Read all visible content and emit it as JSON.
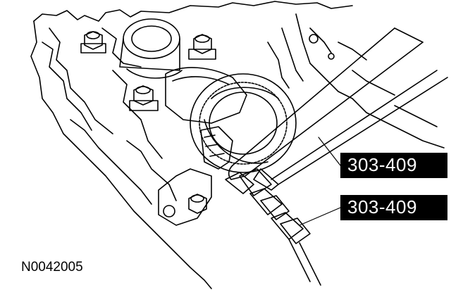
{
  "callouts": [
    {
      "label": "303-409"
    },
    {
      "label": "303-409"
    }
  ],
  "figure_id": "N0042005",
  "colors": {
    "line": "#000000",
    "background": "#ffffff",
    "callout_bg": "#000000",
    "callout_text": "#ffffff"
  }
}
